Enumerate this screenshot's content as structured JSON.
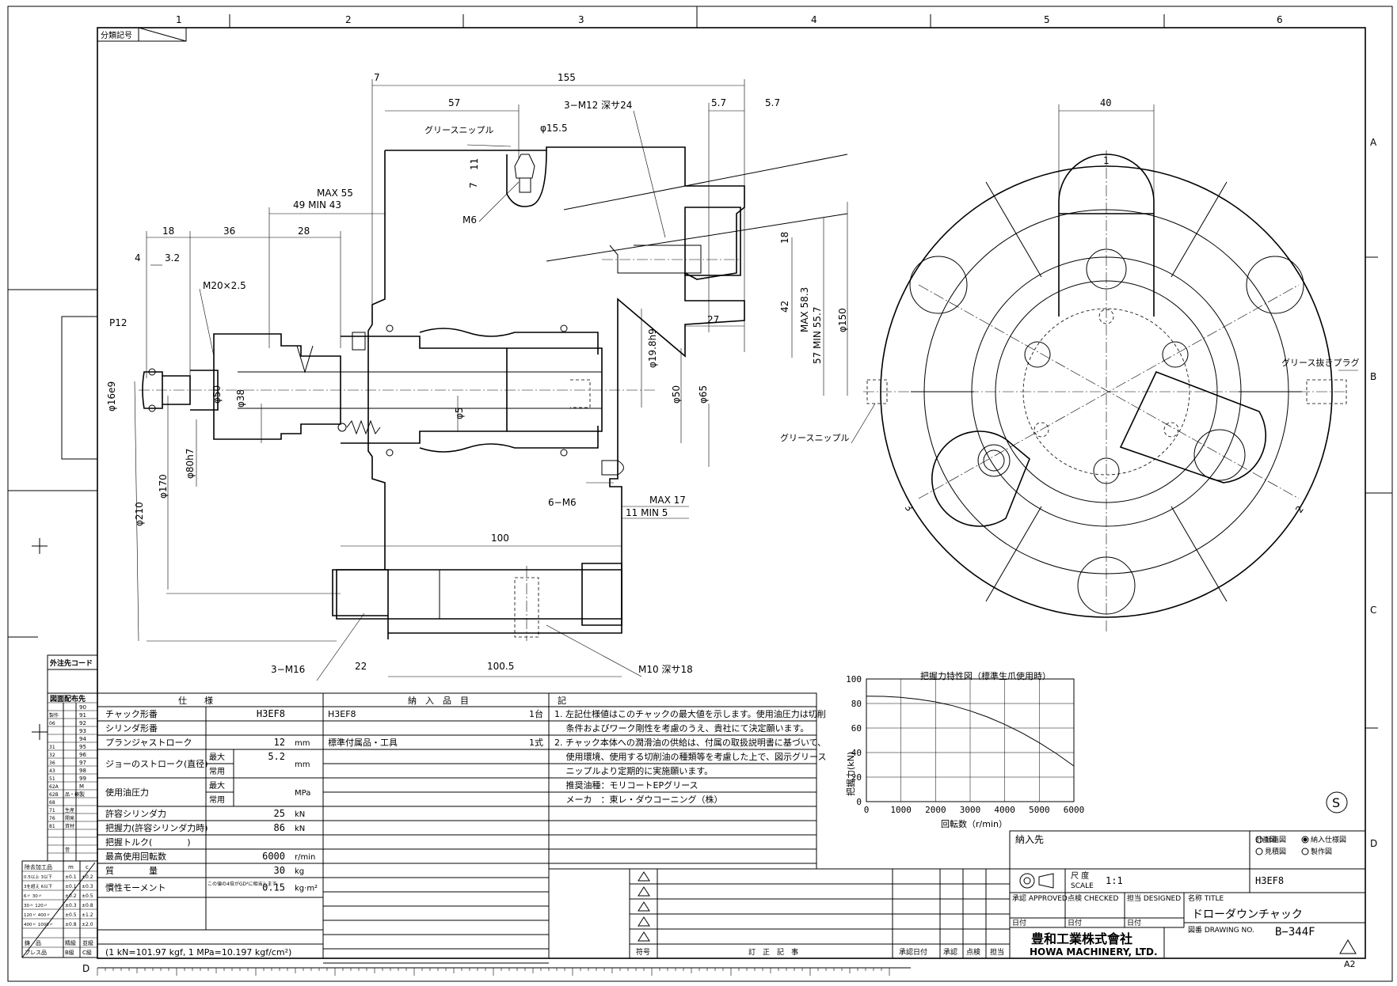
{
  "border": {
    "zone_numbers": [
      "1",
      "2",
      "3",
      "4",
      "5",
      "6"
    ],
    "zone_letters": [
      "A",
      "B",
      "C",
      "D"
    ],
    "bottom_letter": "D",
    "classification": "分類記号",
    "sheet_size": "A2"
  },
  "section_view": {
    "dims": {
      "d155": "155",
      "d7": "7",
      "d57": "57",
      "m12": "3−M12 深サ24",
      "d57a": "5.7",
      "d57b": "5.7",
      "grease_nipple_top": "グリースニップル",
      "phi155": "φ15.5",
      "d11": "11",
      "d7b": "7",
      "m6": "M6",
      "max55": "MAX 55",
      "min43": "49  MIN 43",
      "d18": "18",
      "d36": "36",
      "d28": "28",
      "d4": "4",
      "d32": "3.2",
      "m20": "M20×2.5",
      "p12": "P12",
      "phi16": "φ16e9",
      "phi50": "φ50",
      "phi38": "φ38",
      "phi5": "φ5",
      "phi198": "φ19.8h9",
      "phi50b": "φ50",
      "phi65": "φ65",
      "d27": "27",
      "d18b": "18",
      "d42": "42",
      "max583": "MAX 58.3",
      "min557": "57  MIN 55.7",
      "phi150": "φ150",
      "phi80": "φ80h7",
      "phi170": "φ170",
      "phi210": "φ210",
      "m6b": "6−M6",
      "max17": "MAX 17",
      "min5": "11  MIN  5",
      "d100": "100",
      "m16": "3−M16",
      "d22": "22",
      "d1005": "100.5",
      "m10": "M10 深サ18"
    }
  },
  "front_view": {
    "d40": "40",
    "jaw1": "1",
    "jaw2": "2",
    "jaw3": "3",
    "grease_plug": "グリース抜きプラグ",
    "grease_nipple": "グリースニップル"
  },
  "chart_data": {
    "type": "line",
    "title": "把握力特性図（標準生爪使用時）",
    "xlabel": "回転数（r/min）",
    "ylabel": "把握力(kN)",
    "xlim": [
      0,
      6000
    ],
    "ylim": [
      0,
      100
    ],
    "xticks": [
      "0",
      "1000",
      "2000",
      "3000",
      "4000",
      "5000",
      "6000"
    ],
    "yticks": [
      "0",
      "20",
      "40",
      "60",
      "80",
      "100"
    ],
    "grid": true,
    "series": [
      {
        "x": [
          0,
          500,
          1000,
          1500,
          2000,
          2500,
          3000,
          3500,
          4000,
          4500,
          5000,
          5500,
          6000
        ],
        "values": [
          86,
          85.8,
          85,
          83.5,
          81.3,
          78.2,
          74,
          69,
          63,
          56,
          48,
          39,
          29
        ]
      }
    ]
  },
  "spec_table": {
    "header": "仕　　様",
    "rows": [
      {
        "label": "チャック形番",
        "value": "H3EF8",
        "unit": ""
      },
      {
        "label": "シリンダ形番",
        "value": "",
        "unit": ""
      },
      {
        "label": "プランジャストローク",
        "value": "12",
        "unit": "mm"
      },
      {
        "label": "ジョーのストローク(直径)",
        "sub": [
          "最大",
          "常用"
        ],
        "value": "5.2",
        "unit": "mm"
      },
      {
        "label": "使用油圧力",
        "sub": [
          "最大",
          "常用"
        ],
        "value": "",
        "unit": "MPa"
      },
      {
        "label": "許容シリンダ力",
        "value": "25",
        "unit": "kN"
      },
      {
        "label": "把握力(許容シリンダ力時)",
        "value": "86",
        "unit": "kN"
      },
      {
        "label": "把握トルク(　　　　)",
        "value": "",
        "unit": ""
      },
      {
        "label": "最高使用回転数",
        "value": "6000",
        "unit": "r/min"
      },
      {
        "label": "質　　　　量",
        "value": "30",
        "unit": "kg"
      },
      {
        "label": "慣性モーメント",
        "note": "この値の4倍がGD²に相当します。",
        "value": "0.15",
        "unit": "kg·m²"
      }
    ],
    "footer": "(1 kN=101.97 kgf, 1 MPa=10.197 kgf/cm²)"
  },
  "items_table": {
    "header": "納　入　品　目",
    "rows": [
      {
        "name": "H3EF8",
        "qty": "1台"
      },
      {
        "name": "標準付属品・工具",
        "qty": "1式"
      }
    ]
  },
  "notes": {
    "header": "記",
    "lines": [
      "1. 左記仕様値はこのチャックの最大値を示します。使用油圧力は切削",
      "　 条件およびワーク剛性を考慮のうえ、貴社にて決定願います。",
      "2. チャック本体への潤滑油の供給は、付属の取扱説明書に基づいて、",
      "　 使用環境、使用する切削油の種類等を考慮した上で、図示グリース",
      "　 ニップルより定期的に実施願います。",
      "　 推奨油種：モリコートEPグリース",
      "　 メーカ　：東レ・ダウコーニング（株）"
    ]
  },
  "side_tables": {
    "vendor_code": "外注先コード",
    "distribution": "図面配布先",
    "dist_codes": [
      "90",
      "91",
      "92",
      "93",
      "94",
      "95",
      "96",
      "97",
      "98",
      "99",
      "M",
      "製",
      "",
      "",
      "",
      "",
      "",
      "",
      "",
      "",
      ""
    ],
    "dist_left": [
      "",
      "製作",
      "06",
      "",
      "",
      "31",
      "32",
      "36",
      "43",
      "51",
      "62A",
      "62B",
      "68",
      "71",
      "76",
      "81"
    ],
    "dist_right": [
      "",
      "",
      "",
      "",
      "",
      "",
      "",
      "",
      "",
      "",
      "",
      "品・検",
      "",
      "生産",
      "開発",
      "資材",
      "",
      "",
      "営"
    ],
    "tol_header": [
      "除去加工品",
      "m",
      "c"
    ],
    "tol_rows": [
      [
        "0.5以上 3以下",
        "±0.1",
        "±0.2"
      ],
      [
        "3を超え 6以下",
        "±0.1",
        "±0.3"
      ],
      [
        "6〃 30〃",
        "±0.2",
        "±0.5"
      ],
      [
        "30〃 120〃",
        "±0.3",
        "±0.8"
      ],
      [
        "120〃 400〃",
        "±0.5",
        "±1.2"
      ],
      [
        "400〃 1000〃",
        "±0.8",
        "±2.0"
      ]
    ],
    "tol_footer": [
      "鋳　品",
      "精級",
      "並級"
    ],
    "tol_footer2": [
      "プレス品",
      "B級",
      "C級"
    ]
  },
  "revision_table": {
    "col_labels": [
      "符号",
      "訂　正　記　事",
      "承認日付",
      "承認",
      "点検",
      "担当"
    ],
    "rows": 5
  },
  "title_block": {
    "customer_label": "納入先",
    "options": [
      "計画図",
      "納入仕様図",
      "見積図",
      "製作図"
    ],
    "scale_label": "尺 度",
    "scale_en": "SCALE",
    "scale": "1:1",
    "model": "H3EF8",
    "approved": "承認 APPROVED",
    "checked": "点検 CHECKED",
    "designed": "担当 DESIGNED",
    "date": "日付",
    "title_label": "名称 TITLE",
    "title": "ドローダウンチャック",
    "drawing_no_label": "図番 DRAWING NO.",
    "drawing_no": "B−344F",
    "company_jp": "豊和工業株式會社",
    "company_en": "HOWA MACHINERY, LTD.",
    "s_mark": "S"
  }
}
